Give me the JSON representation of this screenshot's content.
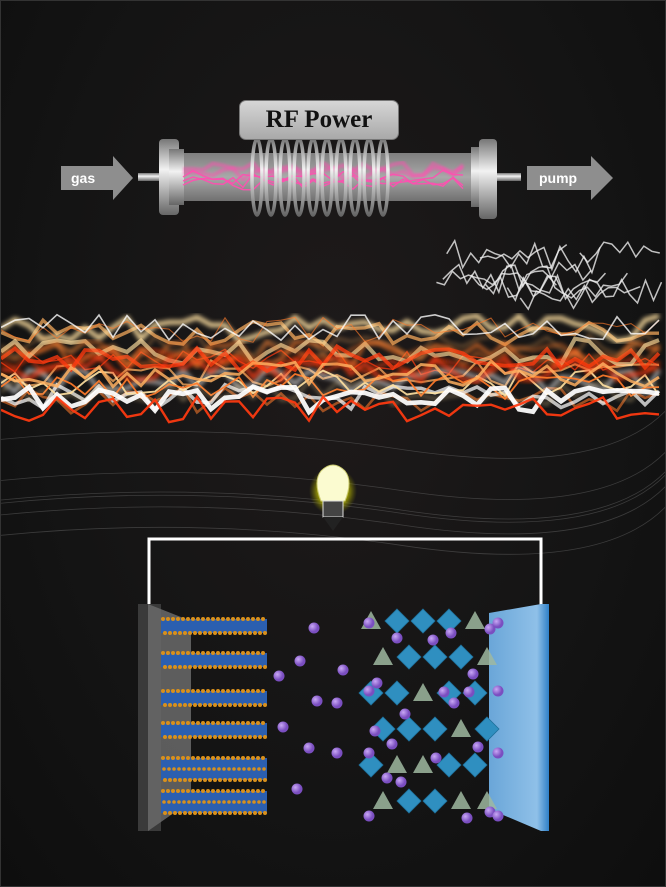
{
  "reactor": {
    "inlet_label": "gas",
    "outlet_label": "pump",
    "power_label": "RF Power"
  },
  "colors": {
    "background": "#141414",
    "plasma": "#ff4fb0",
    "lightning": "#ff7a2a",
    "anode_layer": "#d8901c",
    "cathode_plate": "#3a8fd0",
    "ion": "#9a6fd6",
    "octahedron": "#2f8fc0",
    "tetrahedron": "#9fb8a0"
  }
}
